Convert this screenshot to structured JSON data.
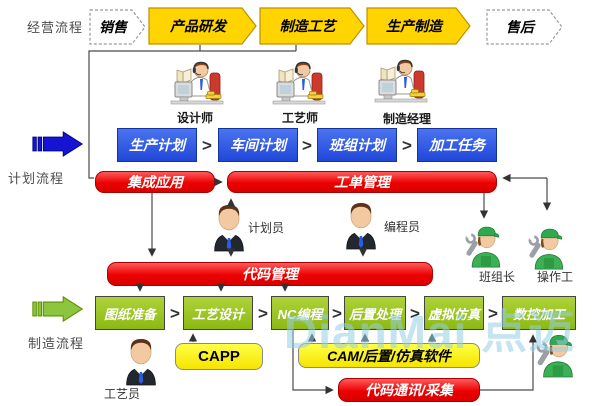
{
  "watermark": "DianMai 点迈",
  "separator": ">",
  "lanes": {
    "business": "经营流程",
    "planning": "计划流程",
    "manufacturing": "制造流程"
  },
  "business_chain": [
    {
      "label": "销售"
    },
    {
      "label": "产品研发"
    },
    {
      "label": "制造工艺"
    },
    {
      "label": "生产制造"
    },
    {
      "label": "售后"
    }
  ],
  "desk_roles": [
    {
      "label": "设计师"
    },
    {
      "label": "工艺师"
    },
    {
      "label": "制造经理"
    }
  ],
  "plan_chain": [
    {
      "label": "生产计划"
    },
    {
      "label": "车间计划"
    },
    {
      "label": "班组计划"
    },
    {
      "label": "加工任务"
    }
  ],
  "red_bars": {
    "integration": "集成应用",
    "work_order": "工单管理",
    "code_management": "代码管理",
    "code_comm": "代码通讯/采集"
  },
  "roles": {
    "planner": "计划员",
    "programmer": "编程员",
    "team_leader": "班组长",
    "operator": "操作工",
    "process_tech": "工艺员"
  },
  "mfg_chain": [
    {
      "label": "图纸准备"
    },
    {
      "label": "工艺设计"
    },
    {
      "label": "NC编程"
    },
    {
      "label": "后置处理"
    },
    {
      "label": "虚拟仿真"
    },
    {
      "label": "数控加工"
    }
  ],
  "software": {
    "capp": "CAPP",
    "cam": "CAM/后置/仿真软件"
  },
  "colors": {
    "chain_yellow": "#FFD400",
    "plan_blue": "#2B5CE6",
    "bar_red": "#EC0000",
    "mfg_green": "#97C11F",
    "software_yellow": "#FFFF00",
    "lane_arrow_blue": "#1414D2",
    "lane_arrow_green": "#8CC63F",
    "watermark_blue": "#A9D6E5"
  }
}
